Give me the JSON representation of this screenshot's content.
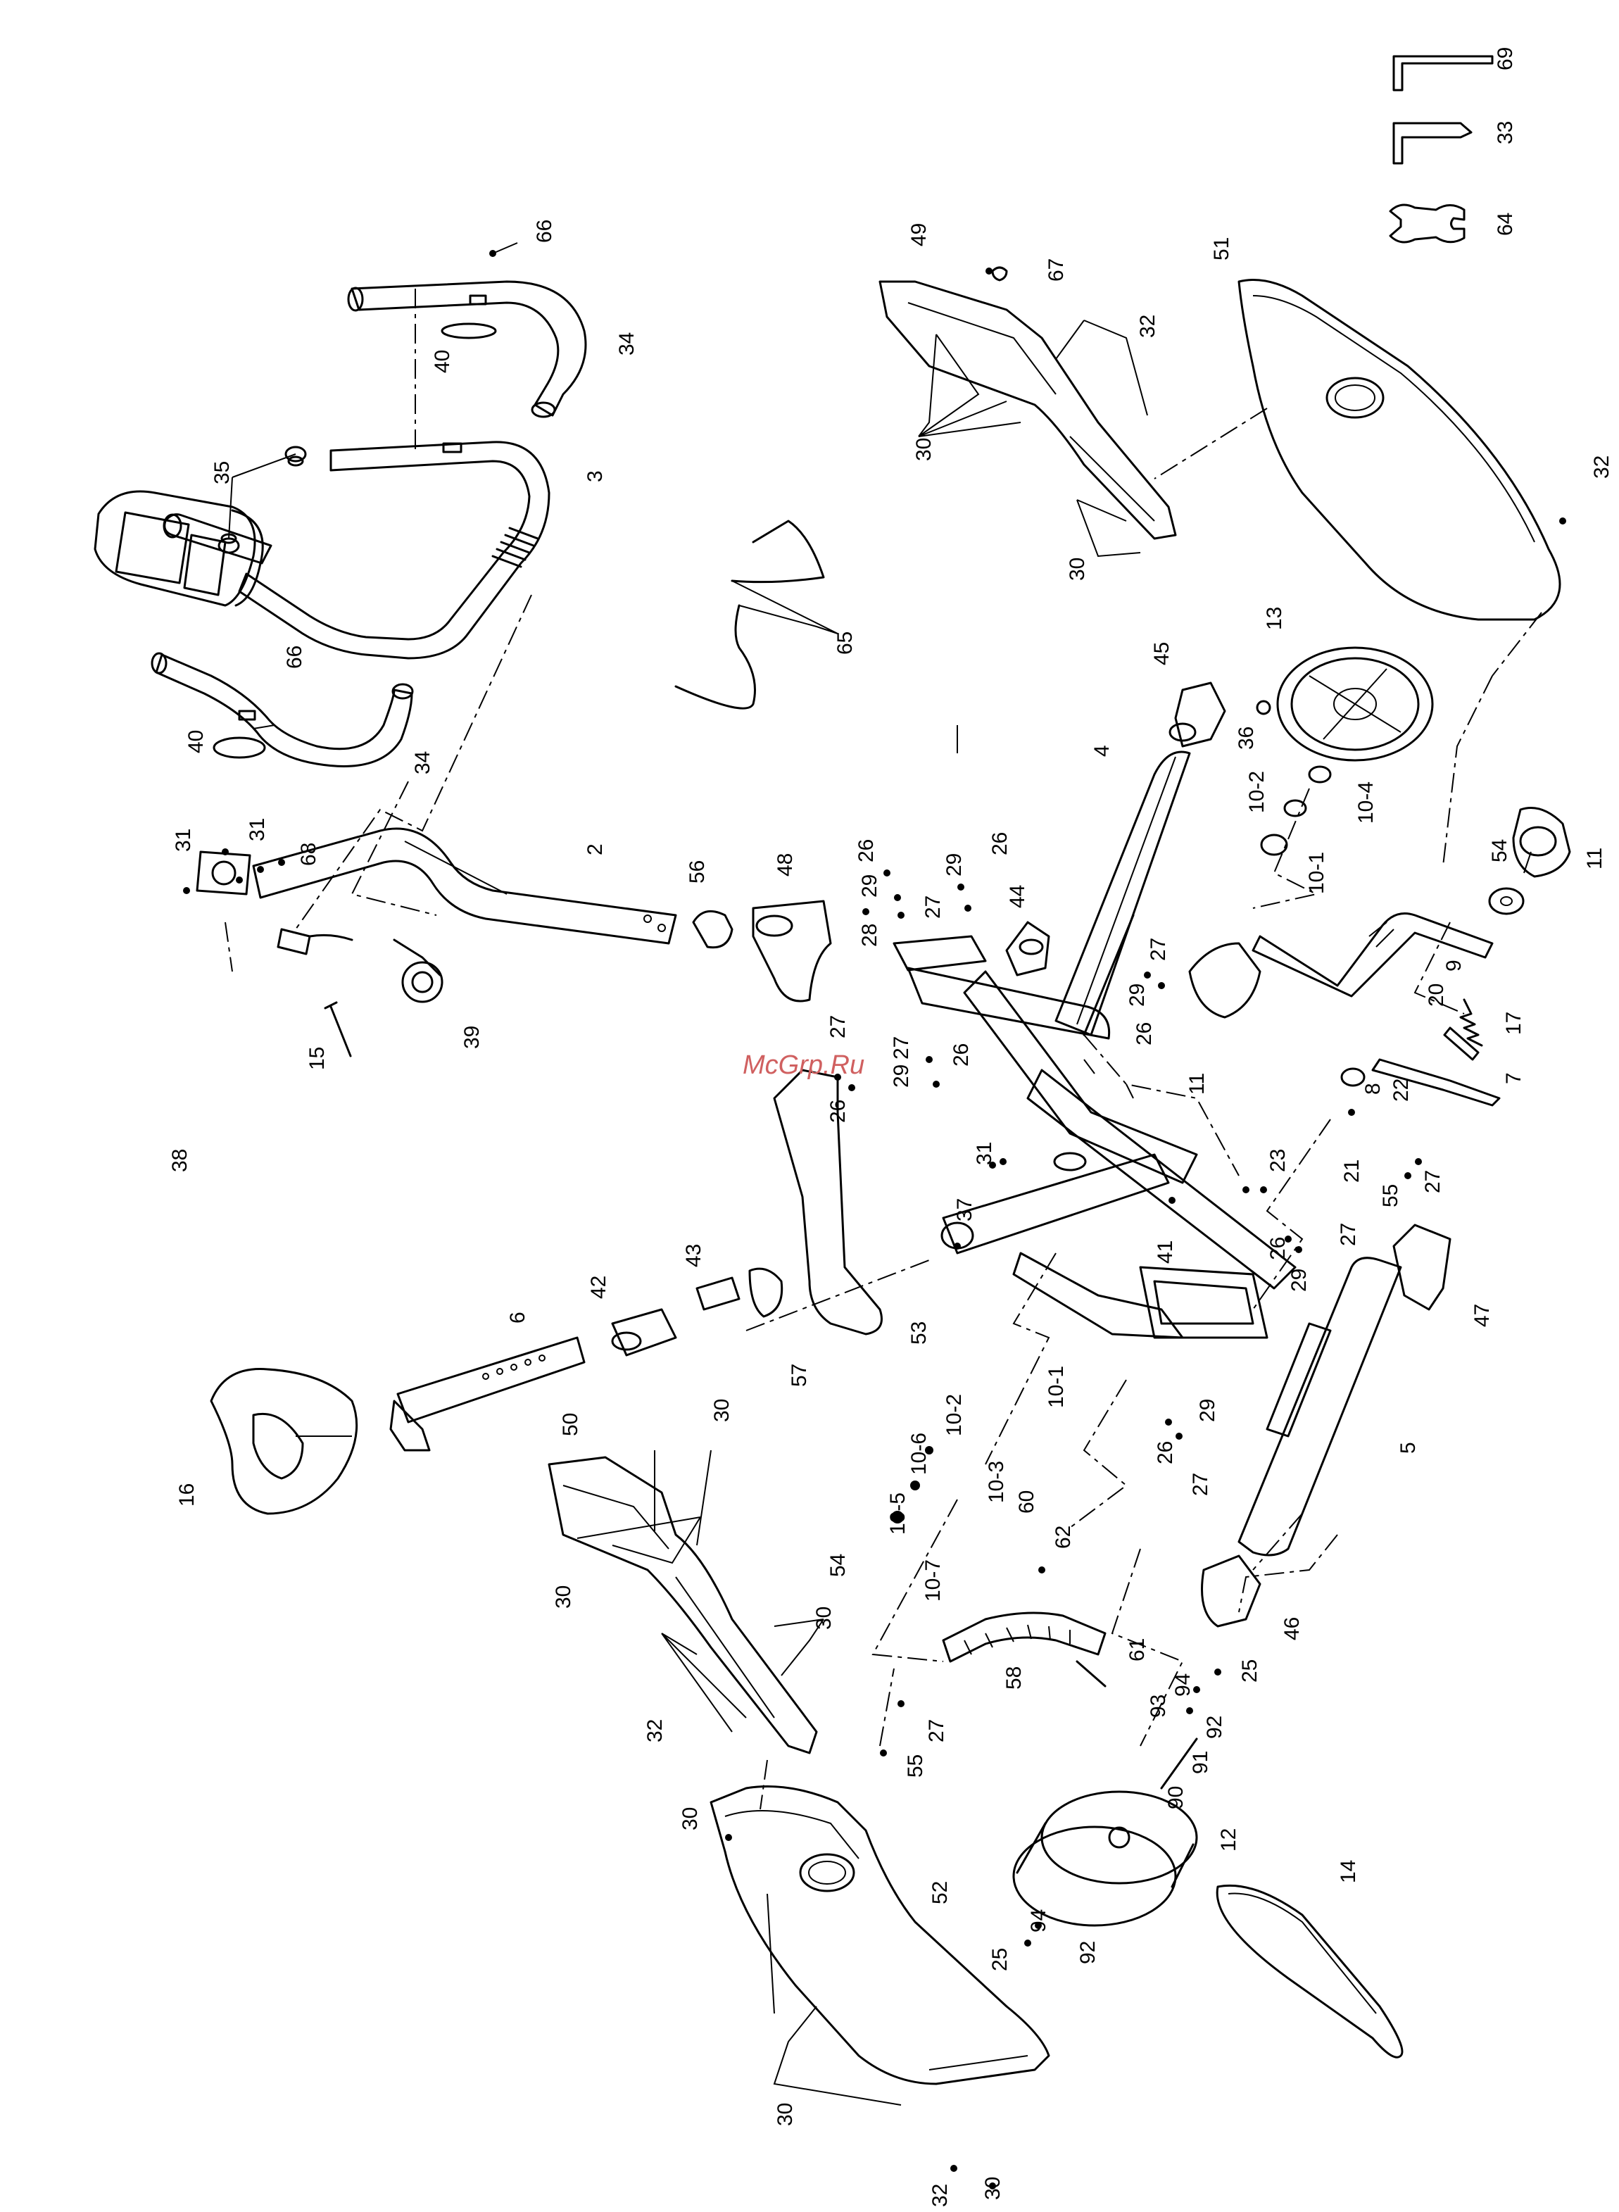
{
  "watermark": "McGrp.Ru",
  "labels": {
    "p69": "69",
    "p33": "33",
    "p64": "64",
    "p66a": "66",
    "p66b": "66",
    "p40a": "40",
    "p40b": "40",
    "p34a": "34",
    "p34b": "34",
    "p35": "35",
    "p3": "3",
    "p65": "65",
    "p49": "49",
    "p67": "67",
    "p32a": "32",
    "p30a": "30",
    "p30b": "30",
    "p51": "51",
    "p32b": "32",
    "p13": "13",
    "p45": "45",
    "p36": "36",
    "p10_2a": "10-2",
    "p10_4": "10-4",
    "p10_1a": "10-1",
    "p4": "4",
    "p54a": "54",
    "p11a": "11",
    "p9": "9",
    "p11b": "11",
    "p20": "20",
    "p17": "17",
    "p8": "8",
    "p22": "22",
    "p7": "7",
    "p21": "21",
    "p27a": "27",
    "p55a": "55",
    "p31a": "31",
    "p31b": "31",
    "p68": "68",
    "p2": "2",
    "p56": "56",
    "p48": "48",
    "p26a": "26",
    "p26b": "26",
    "p29a": "29",
    "p29b": "29",
    "p27b": "27",
    "p44": "44",
    "p28": "28",
    "p27c": "27",
    "p29c": "29",
    "p26c": "26",
    "p15": "15",
    "p39": "39",
    "p38": "38",
    "p27d": "27",
    "p29d": "29",
    "p26d": "26",
    "p27e": "27",
    "p26e": "26",
    "p31c": "31",
    "p37": "37",
    "p41": "41",
    "p23": "23",
    "p26f": "26",
    "p29e": "29",
    "p27f": "27",
    "p47": "47",
    "p5": "5",
    "p53": "53",
    "p57": "57",
    "p43": "43",
    "p42": "42",
    "p6": "6",
    "p16": "16",
    "p50": "50",
    "p30c": "30",
    "p30d": "30",
    "p30e": "30",
    "p32c": "32",
    "p10_1b": "10-1",
    "p10_2b": "10-2",
    "p10_6": "10-6",
    "p10_3": "10-3",
    "p10_5": "10-5",
    "p10_7": "10-7",
    "p60": "60",
    "p62": "62",
    "p54b": "54",
    "p26g": "26",
    "p29f": "29",
    "p27g": "27",
    "p46": "46",
    "p58": "58",
    "p61": "61",
    "p25a": "25",
    "p94a": "94",
    "p93": "93",
    "p92a": "92",
    "p91": "91",
    "p90": "90",
    "p27h": "27",
    "p55b": "55",
    "p12": "12",
    "p14": "14",
    "p30f": "30",
    "p52": "52",
    "p25b": "25",
    "p94b": "94",
    "p92b": "92",
    "p30g": "30",
    "p32d": "32",
    "p30h": "30"
  }
}
